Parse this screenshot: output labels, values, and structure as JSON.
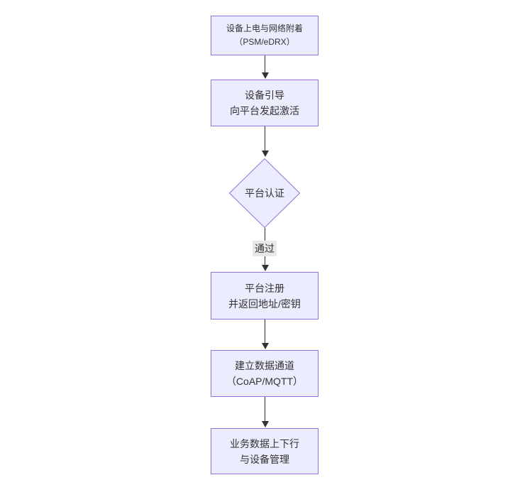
{
  "diagram": {
    "type": "flowchart",
    "direction": "top-down",
    "nodes": [
      {
        "id": "power-attach",
        "shape": "rect",
        "lines": [
          "设备上电与网络附着",
          "（PSM/eDRX）"
        ]
      },
      {
        "id": "bootstrap",
        "shape": "rect",
        "lines": [
          "设备引导",
          "向平台发起激活"
        ]
      },
      {
        "id": "platform-auth",
        "shape": "diamond",
        "lines": [
          "平台认证"
        ]
      },
      {
        "id": "register",
        "shape": "rect",
        "lines": [
          "平台注册",
          "并返回地址/密钥"
        ]
      },
      {
        "id": "data-channel",
        "shape": "rect",
        "lines": [
          "建立数据通道",
          "（CoAP/MQTT）"
        ]
      },
      {
        "id": "business",
        "shape": "rect",
        "lines": [
          "业务数据上下行",
          "与设备管理"
        ]
      }
    ],
    "edges": [
      {
        "from": "power-attach",
        "to": "bootstrap",
        "label": ""
      },
      {
        "from": "bootstrap",
        "to": "platform-auth",
        "label": ""
      },
      {
        "from": "platform-auth",
        "to": "register",
        "label": "通过"
      },
      {
        "from": "register",
        "to": "data-channel",
        "label": ""
      },
      {
        "from": "data-channel",
        "to": "business",
        "label": ""
      }
    ],
    "colors": {
      "node_fill": "#ECECFF",
      "node_border": "#9370DB",
      "text": "#333333",
      "edge_line": "#333333",
      "edge_label_bg": "#e8e8e8",
      "background": "#ffffff"
    }
  }
}
